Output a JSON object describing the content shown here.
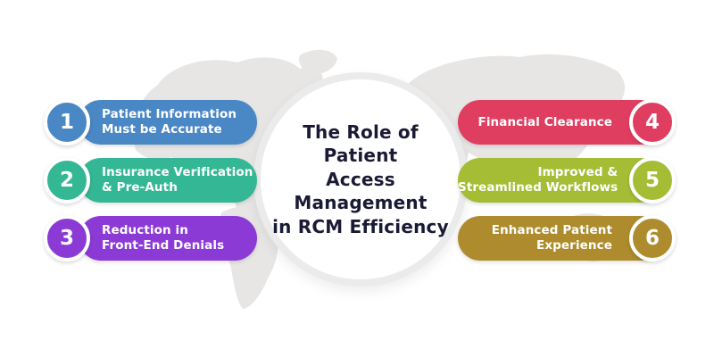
{
  "title": {
    "text": "The Role of Patient\nAccess Management\nin RCM Efficiency",
    "color": "#1a1a35"
  },
  "items": [
    {
      "number": "1",
      "label": "Patient Information\nMust be Accurate",
      "color": "#4a87c5"
    },
    {
      "number": "2",
      "label": "Insurance Verification\n& Pre-Auth",
      "color": "#33b795"
    },
    {
      "number": "3",
      "label": "Reduction in\nFront-End Denials",
      "color": "#8b3ad6"
    },
    {
      "number": "4",
      "label": "Financial Clearance",
      "color": "#e03e61"
    },
    {
      "number": "5",
      "label": "Improved &\nStreamlined Workflows",
      "color": "#a4bd35"
    },
    {
      "number": "6",
      "label": "Enhanced Patient\nExperience",
      "color": "#ae8c2d"
    }
  ],
  "colors": {
    "background": "#ffffff",
    "map": "#e7e6e5",
    "circle_ring": "#ebebeb",
    "circle_fill": "#ffffff",
    "text_on_pill": "#ffffff"
  }
}
